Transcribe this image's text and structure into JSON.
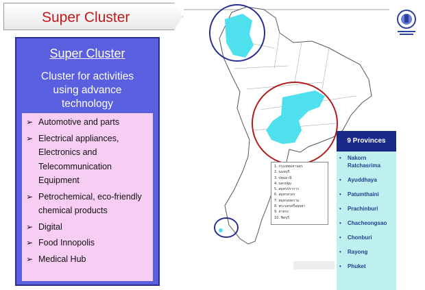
{
  "slide": {
    "title": "Super Cluster"
  },
  "panel": {
    "title": "Super Cluster",
    "subtitle_lines": [
      "Cluster for activities",
      "using advance",
      "technology"
    ],
    "items": [
      "Automotive and parts",
      "Electrical appliances, Electronics and Telecommunication Equipment",
      "Petrochemical, eco-friendly chemical products",
      "Digital",
      "Food Innopolis",
      "Medical Hub"
    ],
    "bullet_glyph": "➢"
  },
  "provinces": {
    "header": "9 Provinces",
    "items": [
      "Nakorn Ratchasrima",
      "Ayuddhaya",
      "Patumthaini",
      "Prachinburi",
      "Chacheongsao",
      "Chonburi",
      "Rayong",
      "Phuket"
    ]
  },
  "map_legend": {
    "items": [
      "1. กรุงเทพมหานคร",
      "2. นนทบุรี",
      "3. ปทุมธานี",
      "4. นครปฐม",
      "5. สมุทรปราการ",
      "6. สมุทรสาคร",
      "7. สมุทรสงคราม",
      "8. พระนครศรีอยุธยา",
      "9. สาทรง",
      "10. ชิดบุรี"
    ]
  },
  "colors": {
    "title_red": "#c4171a",
    "panel_blue": "#5a5fe0",
    "list_pink": "#f8cdf3",
    "highlight_cyan": "#4fe0ee",
    "circle_north": "#2a2e8f",
    "circle_central": "#b31b1b",
    "province_header": "#1a2a8a",
    "province_panel": "#bff0f0"
  },
  "icons": {
    "emblem": "ministry-emblem-icon"
  }
}
